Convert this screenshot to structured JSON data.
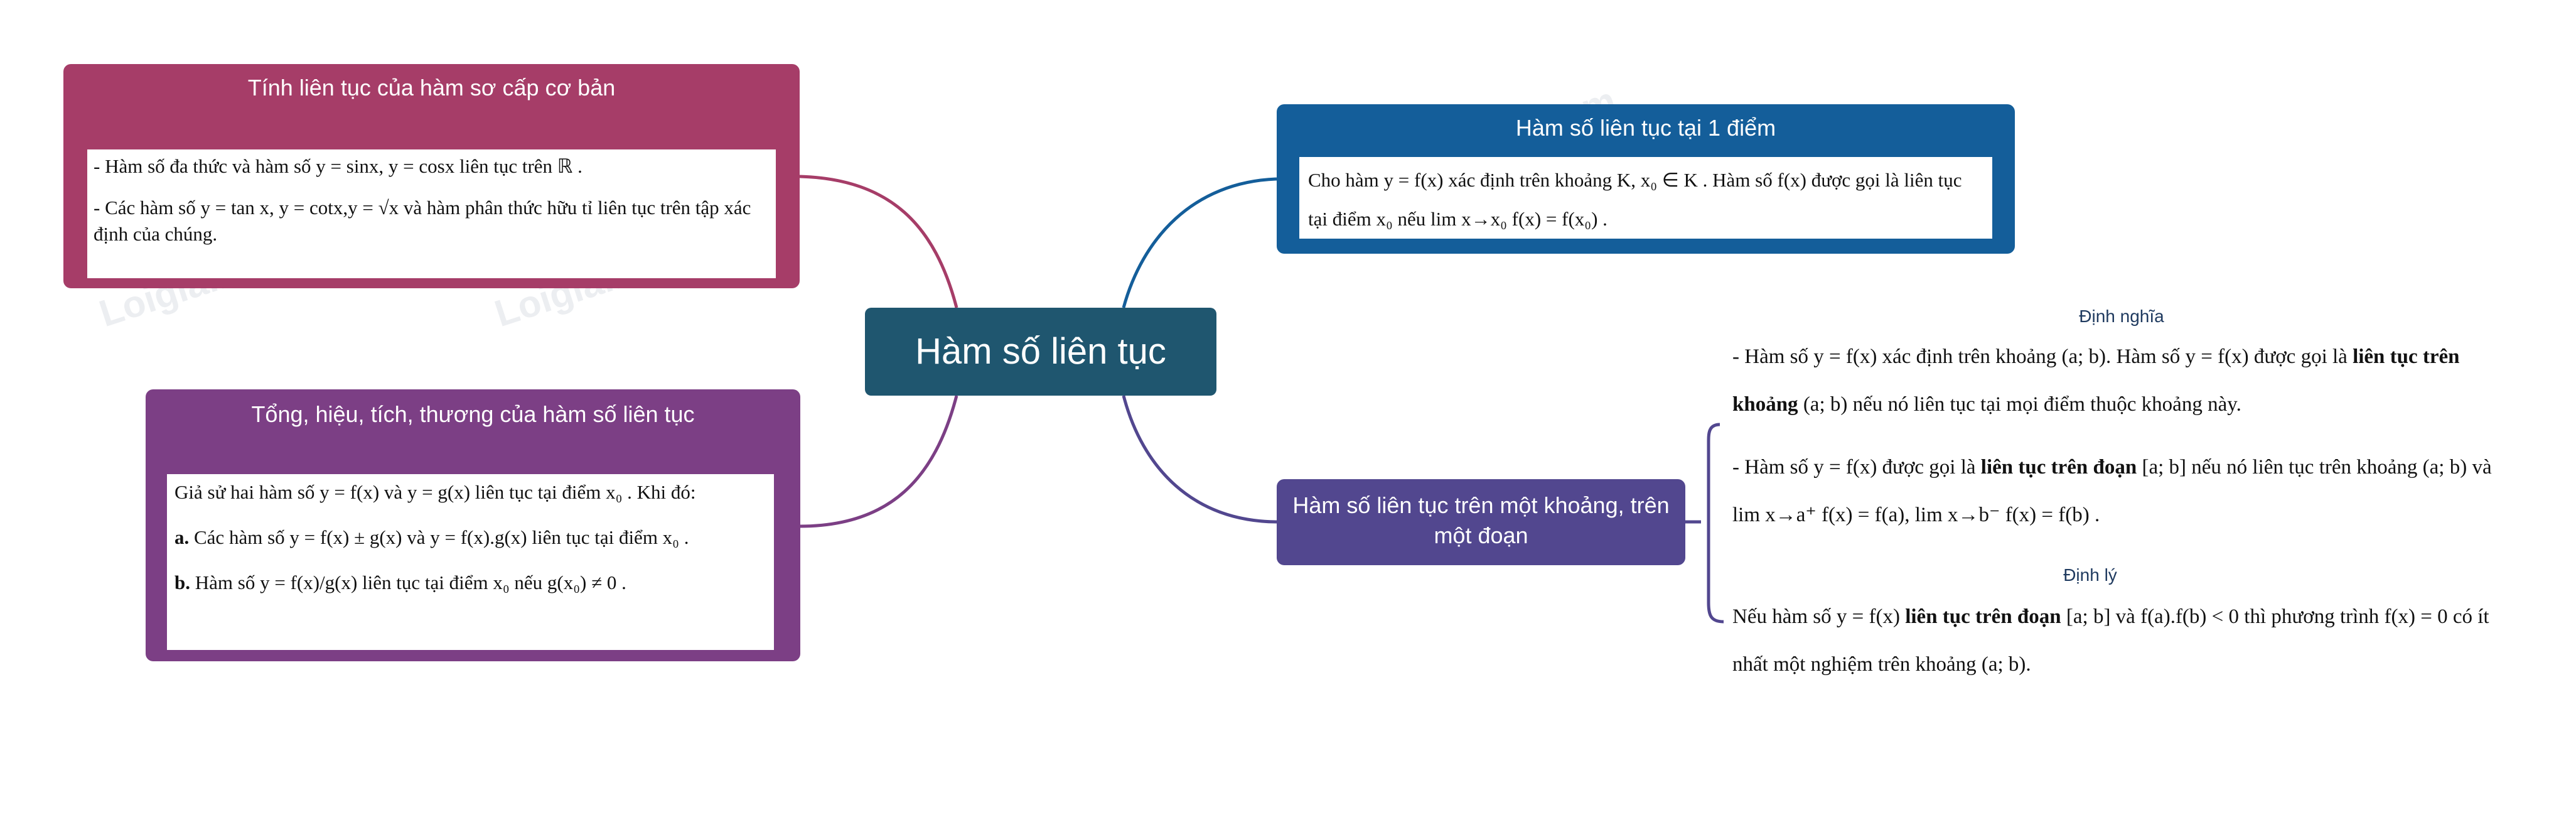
{
  "central": {
    "title": "Hàm số liên tục"
  },
  "nodes": {
    "top_left": {
      "title": "Tính liên tục của hàm sơ cấp cơ bản",
      "lines": [
        "- Hàm số đa thức và hàm số  y = sinx, y = cosx liên tục trên ℝ .",
        "- Các hàm số  y = tan x, y = cotx,y = √x và hàm phân thức hữu tỉ liên tục trên tập xác định của chúng."
      ]
    },
    "bottom_left": {
      "title": "Tổng, hiệu, tích, thương của hàm số liên tục",
      "lines": [
        "Giả sử hai hàm số  y = f(x)  và  y = g(x)  liên tục tại điểm  x₀ . Khi đó:",
        "Các hàm số  y = f(x) ± g(x) và  y = f(x).g(x)  liên tục tại điểm  x₀ .",
        "Hàm số  y = f(x)/g(x)  liên tục tại điểm  x₀ nếu  g(x₀) ≠ 0 ."
      ],
      "line_prefixes": [
        "",
        "a.",
        "b."
      ]
    },
    "top_right": {
      "title": "Hàm số liên tục tại 1 điểm",
      "lines": [
        "Cho hàm  y = f(x)  xác định trên khoảng K,  x₀ ∈ K . Hàm số  f(x) được gọi là liên tục tại điểm  x₀ nếu  lim x→x₀ f(x) = f(x₀) ."
      ]
    },
    "bottom_right": {
      "title": "Hàm số liên tục trên một khoảng, trên một đoạn"
    }
  },
  "right_panel": {
    "heading_definition": "Định nghĩa",
    "def_line_1_a": "- Hàm số  y = f(x)  xác định trên khoảng (a; b). Hàm số  y = f(x) được gọi là ",
    "def_line_1_bold": "liên tục trên khoảng",
    "def_line_1_b": " (a; b) nếu nó liên tục tại mọi điểm thuộc khoảng này.",
    "def_line_2_a": "- Hàm số  y = f(x) được gọi là ",
    "def_line_2_bold": "liên tục trên đoạn",
    "def_line_2_b": " [a; b] nếu nó liên tục trên khoảng (a; b) và  lim x→a⁺ f(x) = f(a), lim x→b⁻ f(x) = f(b) .",
    "heading_theorem": "Định lý",
    "thm_a": "Nếu hàm số y = f(x)  ",
    "thm_bold": "liên tục trên đoạn",
    "thm_b": " [a; b]  và  f(a).f(b) < 0 thì phương trình  f(x) = 0 có ít nhất một nghiệm trên khoảng (a; b)."
  },
  "watermark": {
    "text": "Loigiaihay.com"
  },
  "colors": {
    "central": "#1f566f",
    "top_left": "#a63d68",
    "bottom_left": "#7c3f85",
    "top_right": "#145e9a",
    "bottom_right": "#52478f"
  }
}
